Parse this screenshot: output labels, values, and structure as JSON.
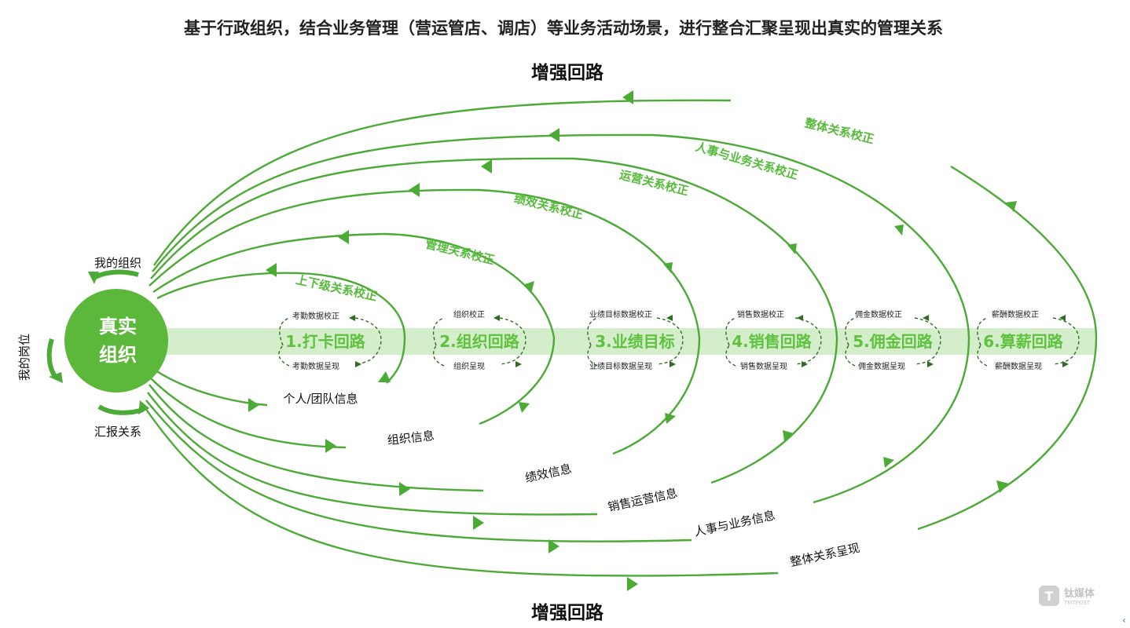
{
  "title": "基于行政组织，结合业务管理（营运管店、调店）等业务活动场景，进行整合汇聚呈现出真实的管理关系",
  "loop_top": "增强回路",
  "loop_bottom": "增强回路",
  "core": {
    "line1": "真实",
    "line2": "组织"
  },
  "side_labels": {
    "my_org": "我的组织",
    "my_post": "我的岗位",
    "report": "汇报关系"
  },
  "nodes": [
    "1.打卡回路",
    "2.组织回路",
    "3.业绩目标",
    "4.销售回路",
    "5.佣金回路",
    "6.算薪回路"
  ],
  "node_sub": [
    {
      "top": "考勤数据校正",
      "bottom": "考勤数据呈现"
    },
    {
      "top": "组织校正",
      "bottom": "组织呈现"
    },
    {
      "top": "业绩目标数据校正",
      "bottom": "业绩目标数据呈现"
    },
    {
      "top": "销售数据校正",
      "bottom": "销售数据呈现"
    },
    {
      "top": "佣金数据校正",
      "bottom": "佣金数据呈现"
    },
    {
      "top": "薪酬数据校正",
      "bottom": "薪酬数据呈现"
    }
  ],
  "corrections": [
    "上下级关系校正",
    "管理关系校正",
    "绩效关系校正",
    "运营关系校正",
    "人事与业务关系校正",
    "整体关系校正"
  ],
  "infos": [
    "个人/团队信息",
    "组织信息",
    "绩效信息",
    "销售运营信息",
    "人事与业务信息",
    "整体关系呈现"
  ],
  "logo": {
    "brand": "钛媒体",
    "sub": "TMTPOST",
    "mark": "T"
  },
  "colors": {
    "green": "#4caa36",
    "band": "#d4edcb",
    "core": "#5cb83a",
    "arrow": "#58b83c"
  }
}
